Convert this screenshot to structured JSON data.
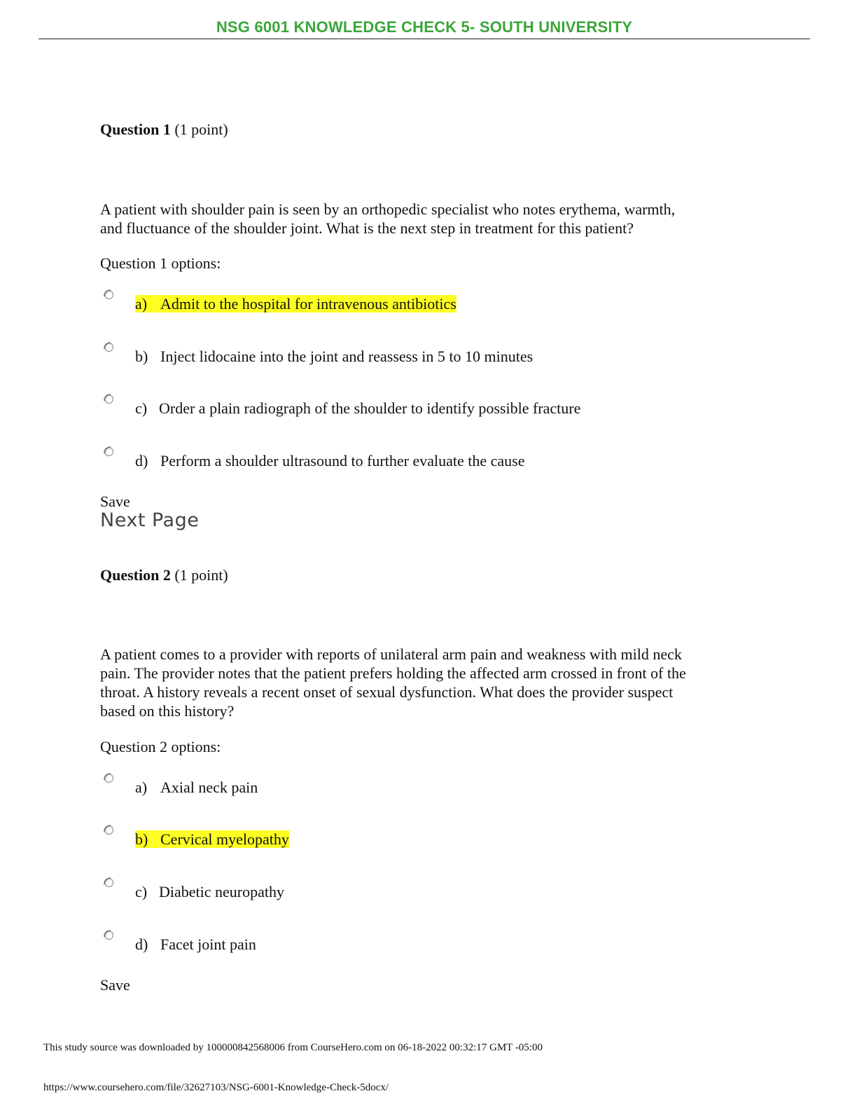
{
  "header": {
    "title": "NSG 6001 KNOWLEDGE CHECK 5- SOUTH UNIVERSITY"
  },
  "questions": [
    {
      "title_bold": "Question 1",
      "title_points": "(1 point)",
      "text_line1": "A patient with shoulder pain is seen by an orthopedic specialist who notes erythema, warmth,",
      "text_line2": "and fluctuance of the shoulder joint. What is the next step in treatment for this patient?",
      "options_label": "Question 1 options:",
      "options": [
        {
          "letter": "a)",
          "text": "Admit to the hospital for intravenous antibiotics",
          "highlighted": true
        },
        {
          "letter": "b)",
          "text": "Inject lidocaine into the joint and reassess in 5 to 10 minutes",
          "highlighted": false
        },
        {
          "letter": "c)",
          "text": "Order a plain radiograph of the shoulder to identify possible fracture",
          "highlighted": false
        },
        {
          "letter": "d)",
          "text": "Perform a shoulder ultrasound to further evaluate the cause",
          "highlighted": false
        }
      ],
      "save_label": "Save"
    },
    {
      "title_bold": "Question 2",
      "title_points": "(1 point)",
      "text_line1": "A patient comes to a provider with reports of unilateral arm pain and weakness with mild neck",
      "text_line2": "pain. The provider notes that the patient prefers holding the affected arm crossed in front of the",
      "text_line3": "throat. A history reveals a recent onset of sexual dysfunction. What does the provider suspect",
      "text_line4": "based on this history?",
      "options_label": "Question 2 options:",
      "options": [
        {
          "letter": "a)",
          "text": "Axial neck pain",
          "highlighted": false
        },
        {
          "letter": "b)",
          "text": "Cervical myelopathy",
          "highlighted": true
        },
        {
          "letter": "c)",
          "text": "Diabetic neuropathy",
          "highlighted": false
        },
        {
          "letter": "d)",
          "text": "Facet joint pain",
          "highlighted": false
        }
      ],
      "save_label": "Save"
    }
  ],
  "navigation": {
    "next_page_label": "Next Page"
  },
  "footer": {
    "download_notice": "This study source was downloaded by 100000842568006 from CourseHero.com on 06-18-2022 00:32:17 GMT -05:00",
    "url": "https://www.coursehero.com/file/32627103/NSG-6001-Knowledge-Check-5docx/"
  },
  "colors": {
    "header_title": "#3aa63a",
    "highlight": "#ffff22"
  }
}
